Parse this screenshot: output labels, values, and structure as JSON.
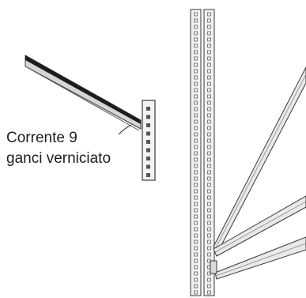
{
  "diagram": {
    "label_line1": "Corrente 9",
    "label_line2": "ganci verniciato",
    "colors": {
      "outline": "#3a3a3a",
      "beam_dark": "#1d1d1d",
      "beam_light": "#c9c9c9",
      "upright_fill": "#f1f1f1",
      "hole": "#666666",
      "brace_fill": "#e9e9e9"
    },
    "hooks_on_connector": 9
  }
}
